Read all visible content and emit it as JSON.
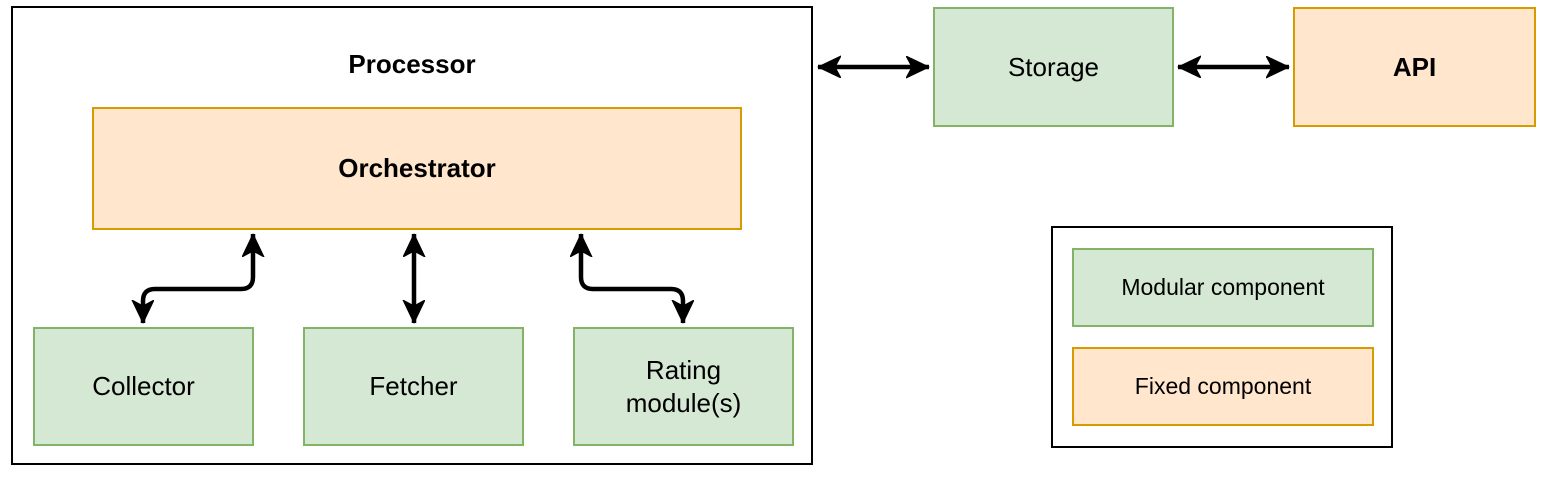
{
  "colors": {
    "modular_fill": "#d5e8d4",
    "modular_stroke": "#82b366",
    "fixed_fill": "#ffe6cc",
    "fixed_stroke": "#d79b00",
    "container_stroke": "#000000",
    "arrow": "#000000"
  },
  "diagram": {
    "processor": {
      "label": "Processor"
    },
    "orchestrator": {
      "label": "Orchestrator"
    },
    "collector": {
      "label": "Collector"
    },
    "fetcher": {
      "label": "Fetcher"
    },
    "rating": {
      "line1": "Rating",
      "line2": "module(s)"
    },
    "storage": {
      "label": "Storage"
    },
    "api": {
      "label": "API"
    },
    "connections": [
      {
        "from": "Orchestrator",
        "to": "Collector",
        "bidirectional": true,
        "shape": "s-curve"
      },
      {
        "from": "Orchestrator",
        "to": "Fetcher",
        "bidirectional": true,
        "shape": "straight"
      },
      {
        "from": "Orchestrator",
        "to": "Rating module(s)",
        "bidirectional": true,
        "shape": "s-curve"
      },
      {
        "from": "Processor",
        "to": "Storage",
        "bidirectional": true,
        "shape": "straight"
      },
      {
        "from": "Storage",
        "to": "API",
        "bidirectional": true,
        "shape": "straight"
      }
    ]
  },
  "legend": {
    "modular_label": "Modular component",
    "fixed_label": "Fixed component"
  }
}
